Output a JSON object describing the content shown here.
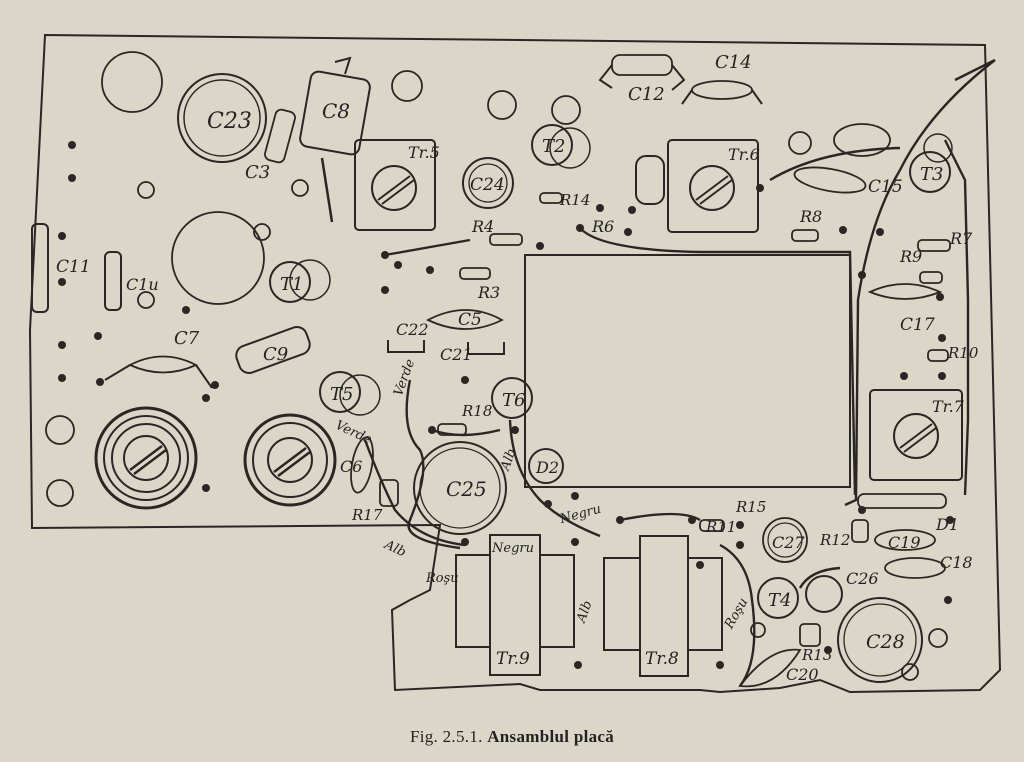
{
  "figure": {
    "caption_number": "Fig. 2.5.1.",
    "caption_text": "Ansamblul placă"
  },
  "components": {
    "capacitors": [
      "C23",
      "C8",
      "C3",
      "C24",
      "C12",
      "C14",
      "C15",
      "C11",
      "C1u",
      "C7",
      "C9",
      "C22",
      "C5",
      "C21",
      "C6",
      "C25",
      "C17",
      "C27",
      "C19",
      "C18",
      "C26",
      "C28",
      "C20"
    ],
    "transistors": [
      "T1",
      "T2",
      "T3",
      "T5",
      "T6",
      "T4"
    ],
    "transformers": [
      "Tr.5",
      "Tr.6",
      "Tr.7",
      "Tr.9",
      "Tr.8"
    ],
    "resistors": [
      "R14",
      "R6",
      "R4",
      "R3",
      "R8",
      "R7",
      "R9",
      "R10",
      "R18",
      "R17",
      "R15",
      "R11",
      "R12",
      "R13"
    ],
    "diodes": [
      "D2",
      "D1"
    ]
  },
  "wire_labels": [
    "Verde",
    "Verde",
    "Alb",
    "Negru",
    "Alb",
    "Roşu",
    "Negru",
    "Alb",
    "Roşu"
  ],
  "colors": {
    "paper": "#dcd6c8",
    "ink": "#2a2624"
  }
}
